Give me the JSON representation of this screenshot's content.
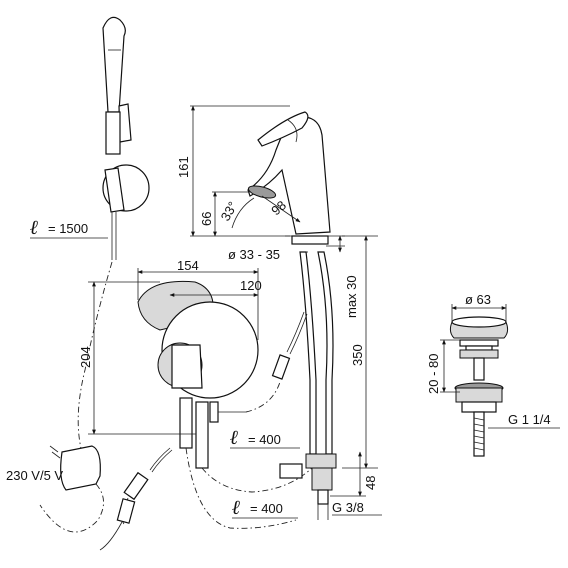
{
  "dimensions": {
    "hose_length_label": "= 1500",
    "body_height": "161",
    "spout_height": "66",
    "spout_angle": "33°",
    "spout_reach": "98",
    "hole_diameter": "ø 33 - 35",
    "max_thickness": "max 30",
    "total_height": "350",
    "valve_width": "154",
    "valve_depth": "120",
    "valve_height": "204",
    "cable_length_label": "= 400",
    "hose_connection_label": "= 400",
    "connection_height": "48",
    "thread_connection": "G 3/8",
    "power_supply": "230 V/5 V",
    "waste_diameter": "ø 63",
    "waste_height": "20 - 80",
    "waste_thread": "G 1 1/4"
  },
  "symbols": {
    "length_symbol": "ℓ"
  }
}
